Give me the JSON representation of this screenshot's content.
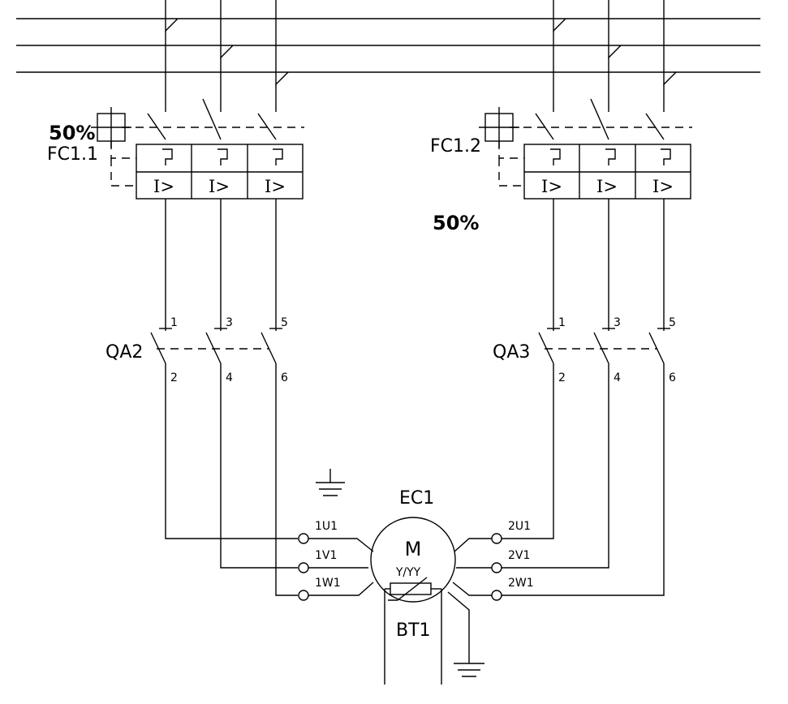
{
  "breakers": [
    {
      "id": "FC1.1",
      "label": "FC1.1",
      "setting": "50%",
      "trips": [
        "I>",
        "I>",
        "I>"
      ]
    },
    {
      "id": "FC1.2",
      "label": "FC1.2",
      "setting": "50%",
      "trips": [
        "I>",
        "I>",
        "I>"
      ]
    }
  ],
  "contactors": [
    {
      "id": "QA2",
      "label": "QA2",
      "top": [
        "1",
        "3",
        "5"
      ],
      "bottom": [
        "2",
        "4",
        "6"
      ]
    },
    {
      "id": "QA3",
      "label": "QA3",
      "top": [
        "1",
        "3",
        "5"
      ],
      "bottom": [
        "2",
        "4",
        "6"
      ]
    }
  ],
  "motor": {
    "id": "EC1",
    "label": "EC1",
    "symbol": "M",
    "connection": "Y/YY",
    "left_terminals": [
      "1U1",
      "1V1",
      "1W1"
    ],
    "right_terminals": [
      "2U1",
      "2V1",
      "2W1"
    ]
  },
  "thermistor": {
    "id": "BT1",
    "label": "BT1"
  }
}
